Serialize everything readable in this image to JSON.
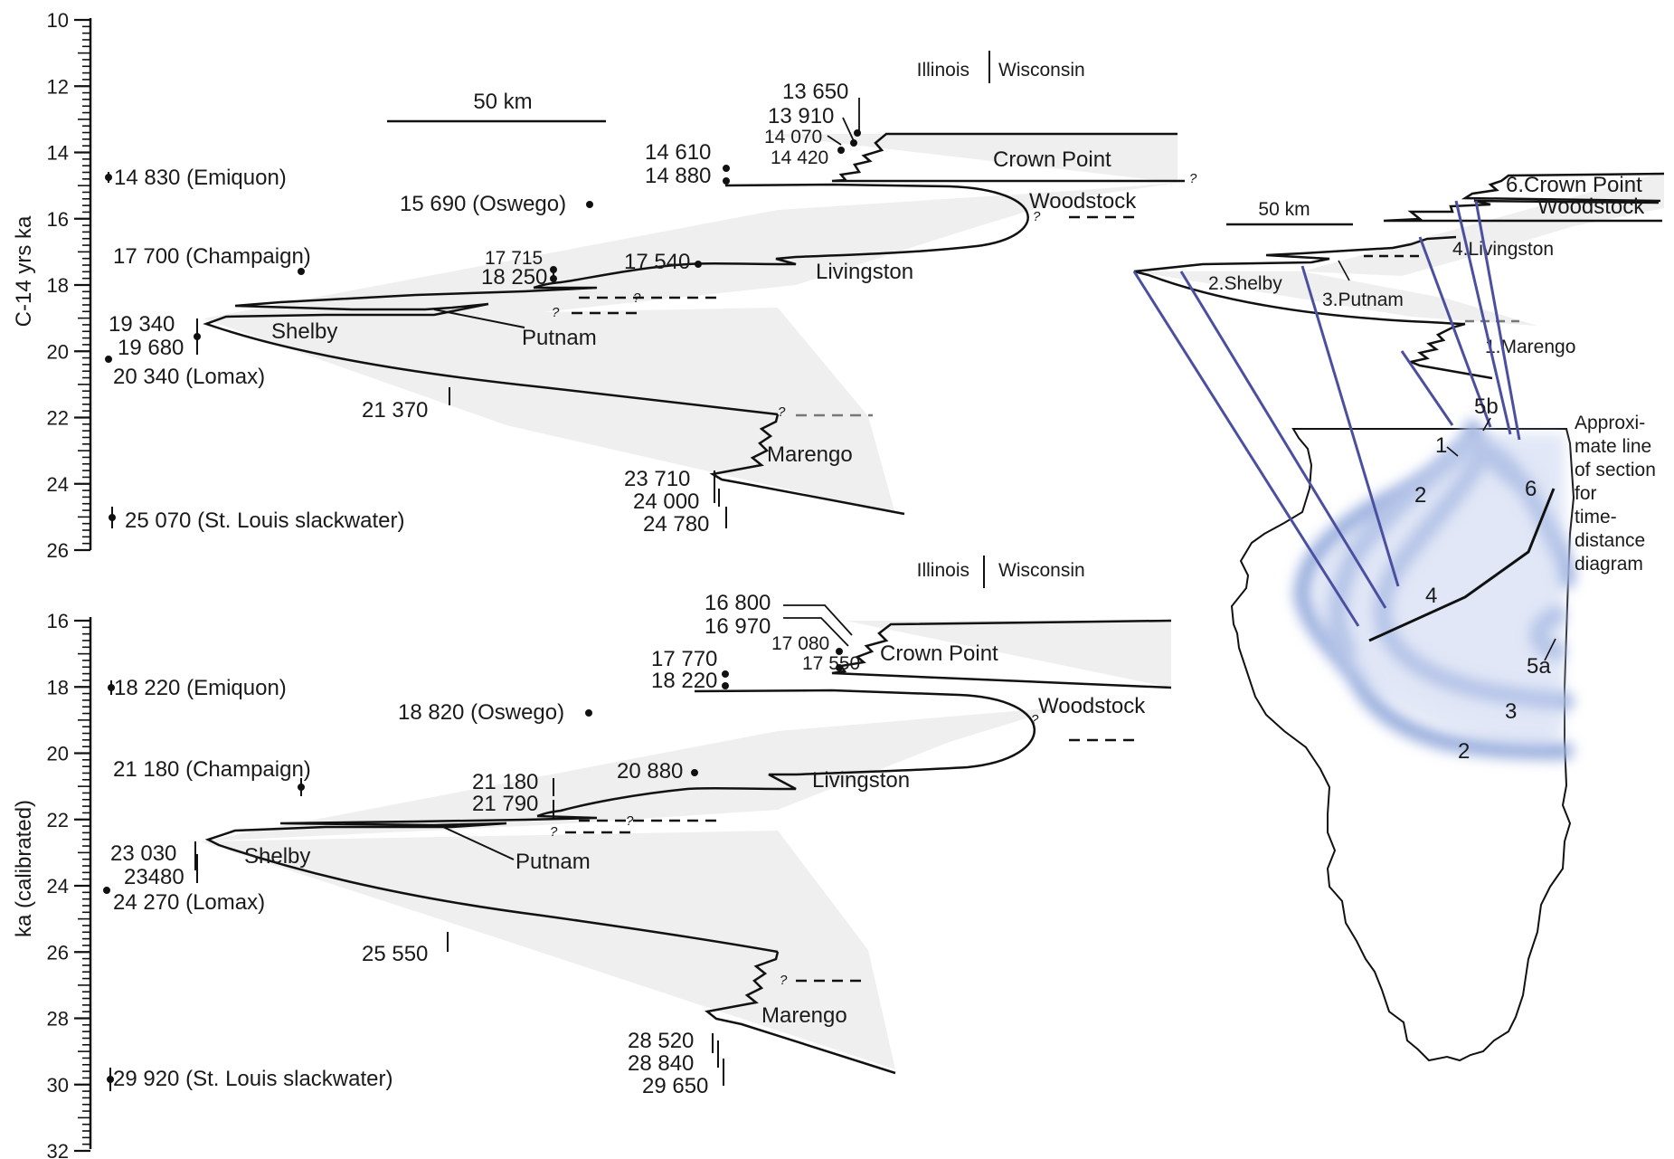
{
  "top_panel": {
    "axis_title": "C-14 yrs ka",
    "ticks": [
      "10",
      "12",
      "14",
      "16",
      "18",
      "20",
      "22",
      "24",
      "26"
    ],
    "scale_bar_label": "50 km",
    "state_left": "Illinois",
    "state_right": "Wisconsin",
    "units": [
      "Crown Point",
      "Woodstock",
      "Livingston",
      "Shelby",
      "Putnam",
      "Marengo"
    ],
    "site_dates": [
      "14 830 (Emiquon)",
      "17 700 (Champaign)",
      "20 340 (Lomax)",
      "25 070 (St. Louis slackwater)",
      "15 690 (Oswego)"
    ],
    "dates": [
      "13 650",
      "13 910",
      "14 070",
      "14 420",
      "14 610",
      "14 880",
      "17 715",
      "18 250",
      "17 540",
      "19 340",
      "19 680",
      "21 370",
      "23 710",
      "24 000",
      "24 780"
    ]
  },
  "bottom_panel": {
    "axis_title": "ka (calibrated)",
    "ticks": [
      "16",
      "18",
      "20",
      "22",
      "24",
      "26",
      "28",
      "30",
      "32"
    ],
    "state_left": "Illinois",
    "state_right": "Wisconsin",
    "units": [
      "Crown Point",
      "Woodstock",
      "Livingston",
      "Shelby",
      "Putnam",
      "Marengo"
    ],
    "site_dates": [
      "18 220 (Emiquon)",
      "21 180 (Champaign)",
      "24 270 (Lomax)",
      "29 920 (St. Louis slackwater)",
      "18 820 (Oswego)"
    ],
    "dates": [
      "16 800",
      "16 970",
      "17 080",
      "17 550",
      "17 770",
      "18 220",
      "21 180",
      "21 790",
      "20 880",
      "23 030",
      "23480",
      "25 550",
      "28 520",
      "28 840",
      "29 650"
    ]
  },
  "inset": {
    "scale_bar_label": "50 km",
    "units": [
      "6.Crown Point",
      "Woodstock",
      "4.Livingston",
      "2.Shelby",
      "3.Putnam",
      "1.Marengo"
    ],
    "map_labels": [
      "5b",
      "1",
      "2",
      "6",
      "4",
      "5a",
      "3",
      "2"
    ],
    "note": [
      "Approxi-",
      "mate line",
      "of section",
      "for",
      "time-",
      "distance",
      "diagram"
    ]
  },
  "uncertain_mark": "?",
  "colors": {
    "line": "#111111",
    "fill": "#efefef",
    "connector": "#4b4fa0",
    "lobe": "#9fb2df"
  }
}
